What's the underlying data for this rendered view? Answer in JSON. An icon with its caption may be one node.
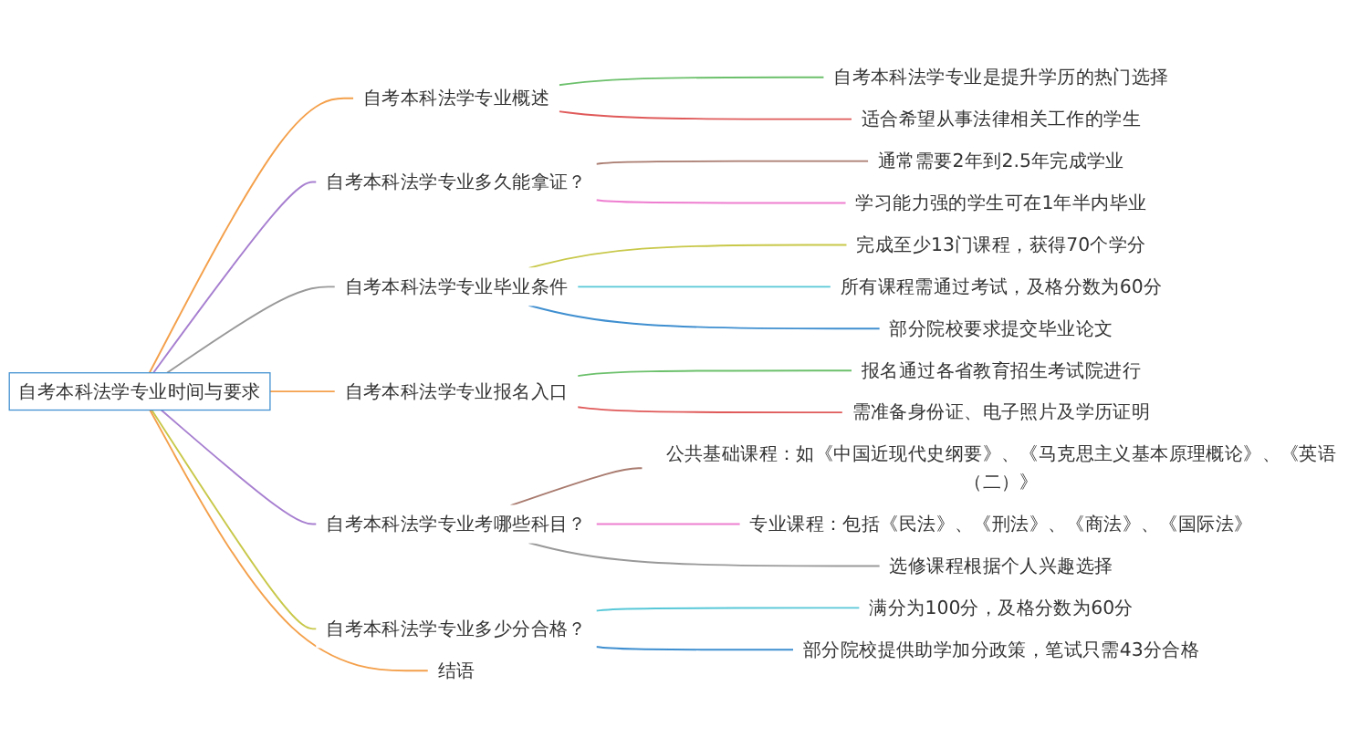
{
  "diagram": {
    "nodes": [
      {
        "text": [
          "自考本科法学专业时间与要求"
        ]
      },
      {
        "text": [
          "自考本科法学专业概述"
        ]
      },
      {
        "text": [
          "自考本科法学专业是提升学历的热门选择"
        ]
      },
      {
        "text": [
          "适合希望从事法律相关工作的学生"
        ]
      },
      {
        "text": [
          "自考本科法学专业多久能拿证？"
        ]
      },
      {
        "text": [
          "通常需要2年到2.5年完成学业"
        ]
      },
      {
        "text": [
          "学习能力强的学生可在1年半内毕业"
        ]
      },
      {
        "text": [
          "自考本科法学专业毕业条件"
        ]
      },
      {
        "text": [
          "完成至少13门课程，获得70个学分"
        ]
      },
      {
        "text": [
          "所有课程需通过考试，及格分数为60分"
        ]
      },
      {
        "text": [
          "部分院校要求提交毕业论文"
        ]
      },
      {
        "text": [
          "自考本科法学专业报名入口"
        ]
      },
      {
        "text": [
          "报名通过各省教育招生考试院进行"
        ]
      },
      {
        "text": [
          "需准备身份证、电子照片及学历证明"
        ]
      },
      {
        "text": [
          "自考本科法学专业考哪些科目？"
        ]
      },
      {
        "text": [
          "公共基础课程：如《中国近现代史纲要》、《马克思主义基本原理概论》、《英语（二）》"
        ]
      },
      {
        "text": [
          "专业课程：包括《民法》、《刑法》、《商法》、《国际法》"
        ]
      },
      {
        "text": [
          "选修课程根据个人兴趣选择"
        ]
      },
      {
        "text": [
          "自考本科法学专业多少分合格？"
        ]
      },
      {
        "text": [
          "满分为100分，及格分数为60分"
        ]
      },
      {
        "text": [
          "部分院校提供助学加分政策，笔试只需43分合格"
        ]
      },
      {
        "text": [
          "结语"
        ]
      }
    ],
    "edges": [
      {
        "from": 0,
        "to": 1,
        "arrow": "none",
        "color": "#f4a04b"
      },
      {
        "from": 1,
        "to": 2,
        "arrow": "none",
        "color": "#6cc06c"
      },
      {
        "from": 1,
        "to": 3,
        "arrow": "none",
        "color": "#e05a5a"
      },
      {
        "from": 0,
        "to": 4,
        "arrow": "none",
        "color": "#a77fd0"
      },
      {
        "from": 4,
        "to": 5,
        "arrow": "none",
        "color": "#a97b6f"
      },
      {
        "from": 4,
        "to": 6,
        "arrow": "none",
        "color": "#ee7ed0"
      },
      {
        "from": 0,
        "to": 7,
        "arrow": "none",
        "color": "#999999"
      },
      {
        "from": 7,
        "to": 8,
        "arrow": "none",
        "color": "#c8c84a"
      },
      {
        "from": 7,
        "to": 9,
        "arrow": "none",
        "color": "#58c8d8"
      },
      {
        "from": 7,
        "to": 10,
        "arrow": "none",
        "color": "#3f8fd0"
      },
      {
        "from": 0,
        "to": 11,
        "arrow": "none",
        "color": "#f4a04b"
      },
      {
        "from": 11,
        "to": 12,
        "arrow": "none",
        "color": "#6cc06c"
      },
      {
        "from": 11,
        "to": 13,
        "arrow": "none",
        "color": "#e05a5a"
      },
      {
        "from": 0,
        "to": 14,
        "arrow": "none",
        "color": "#a77fd0"
      },
      {
        "from": 14,
        "to": 15,
        "arrow": "none",
        "color": "#a97b6f"
      },
      {
        "from": 14,
        "to": 16,
        "arrow": "none",
        "color": "#ee7ed0"
      },
      {
        "from": 14,
        "to": 17,
        "arrow": "none",
        "color": "#999999"
      },
      {
        "from": 0,
        "to": 18,
        "arrow": "none",
        "color": "#c8c84a"
      },
      {
        "from": 18,
        "to": 19,
        "arrow": "none",
        "color": "#58c8d8"
      },
      {
        "from": 18,
        "to": 20,
        "arrow": "none",
        "color": "#3f8fd0"
      },
      {
        "from": 0,
        "to": 21,
        "arrow": "none",
        "color": "#f4a04b"
      }
    ]
  }
}
